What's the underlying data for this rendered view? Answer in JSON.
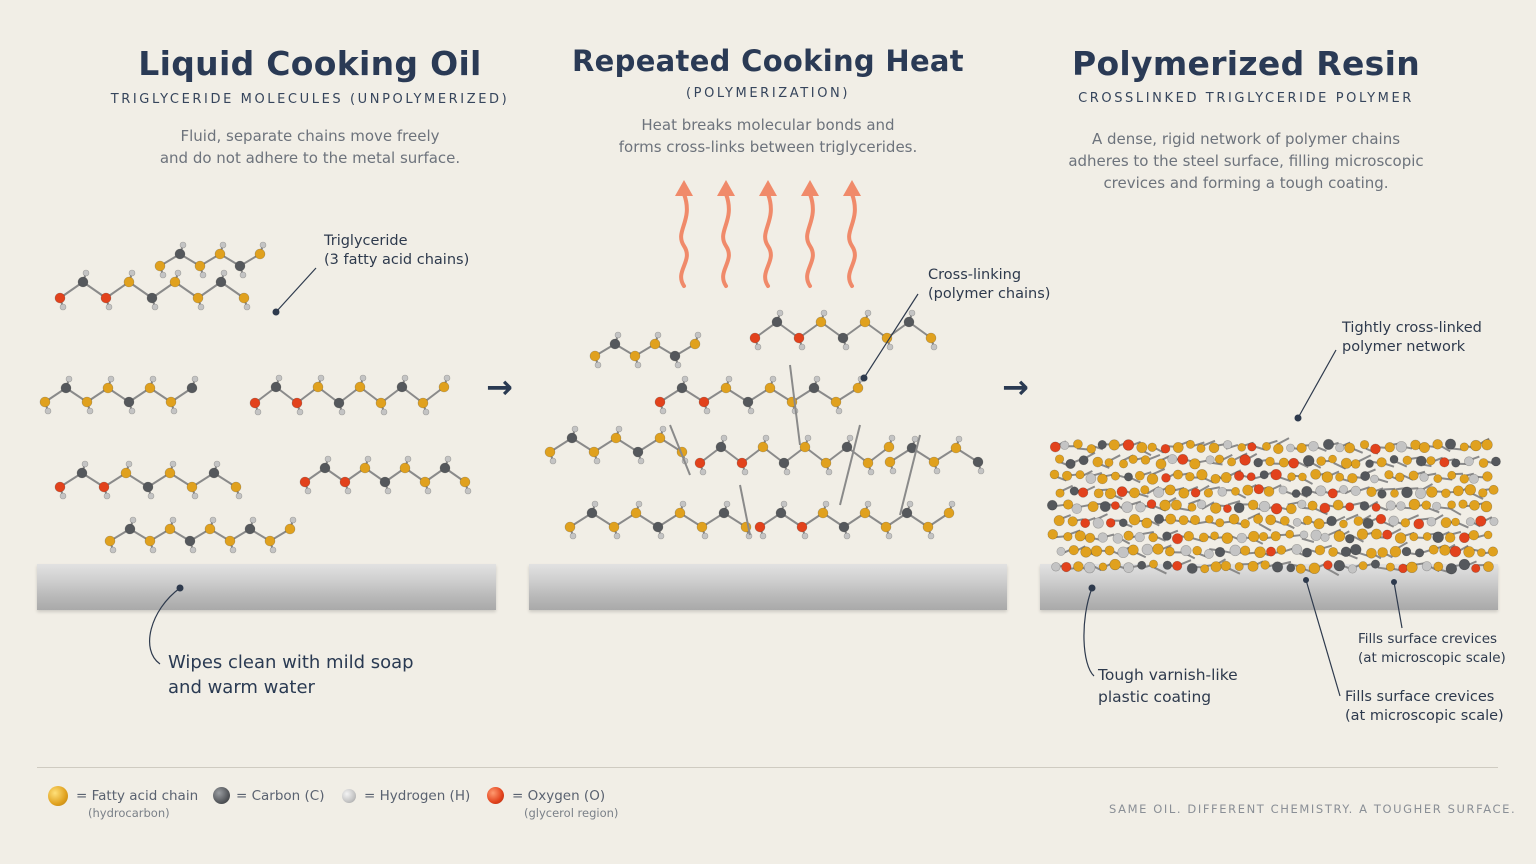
{
  "panels": [
    {
      "title": "Liquid Cooking Oil",
      "subtitle": "TRIGLYCERIDE MOLECULES (UNPOLYMERIZED)",
      "desc_line1": "Fluid, separate chains move freely",
      "desc_line2": "and do not adhere to the metal surface."
    },
    {
      "title": "Repeated Cooking Heat",
      "subtitle": "(POLYMERIZATION)",
      "desc_line1": "Heat breaks molecular bonds and",
      "desc_line2": "forms cross-links between triglycerides."
    },
    {
      "title": "Polymerized Resin",
      "subtitle": "CROSSLINKED TRIGLYCERIDE POLYMER",
      "desc_line1": "A dense, rigid network of polymer chains",
      "desc_line2": "adheres to the steel surface, filling microscopic",
      "desc_line3": "crevices and forming a tough coating."
    }
  ],
  "annotations": {
    "triglyceride_line1": "Triglyceride",
    "triglyceride_line2": "(3 fatty acid chains)",
    "wipes_line1": "Wipes clean with mild soap",
    "wipes_line2": "and warm water",
    "crosslinking_line1": "Cross-linking",
    "crosslinking_line2": "(polymer chains)",
    "network_line1": "Tightly cross-linked",
    "network_line2": "polymer network",
    "varnish_line1": "Tough varnish-like",
    "varnish_line2": "plastic coating",
    "crevices_a_line1": "Fills surface crevices",
    "crevices_a_line2": "(at microscopic scale)",
    "crevices_b_line1": "Fills surface crevices",
    "crevices_b_line2": "(at microscopic scale)"
  },
  "arrows": {
    "symbol": "→"
  },
  "legend": [
    {
      "label": "= Fatty acid chain",
      "sub": "(hydrocarbon)",
      "color": "#e0a11e"
    },
    {
      "label": "= Carbon (C)",
      "sub": "",
      "color": "#55585c"
    },
    {
      "label": "= Hydrogen (H)",
      "sub": "",
      "color": "#c4c4c4"
    },
    {
      "label": "= Oxygen (O)",
      "sub": "(glycerol region)",
      "color": "#e2421c"
    }
  ],
  "footer": "SAME OIL.   DIFFERENT CHEMISTRY.   A TOUGHER SURFACE.",
  "colors": {
    "fatty": "#e0a11e",
    "carbon": "#55585c",
    "hydrogen": "#c4c4c4",
    "oxygen": "#e2421c",
    "heat": "#f08060",
    "title": "#2a3a55"
  },
  "icons": [
    "heat-wave-arrow-icon",
    "right-arrow-icon",
    "atom-swatch-icon"
  ]
}
